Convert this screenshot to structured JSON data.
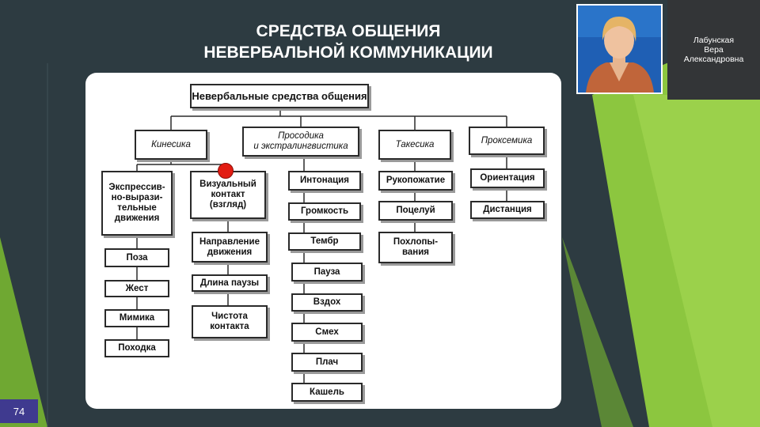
{
  "slide": {
    "title_line1": "СРЕДСТВА ОБЩЕНИЯ",
    "title_line2": "НЕВЕРБАЛЬНОЙ КОММУНИКАЦИИ",
    "author": "Лабунская\nВера\nАлександровна",
    "page_number": "74",
    "colors": {
      "background": "#2d3b41",
      "accent_green": "#8cc63f",
      "marker": "#e21c12",
      "page_badge": "#3f3a8f"
    }
  },
  "diagram": {
    "root": "Невербальные средства общения",
    "categories": {
      "kinesics": "Кинесика",
      "prosody": "Просодика\nи экстралингвистика",
      "takesics": "Такесика",
      "proxemics": "Проксемика"
    },
    "kinesics_expressive": "Экспрессив-\nно-вырази-\nтельные\nдвижения",
    "kinesics_expressive_items": [
      "Поза",
      "Жест",
      "Мимика",
      "Походка"
    ],
    "kinesics_visual": "Визуальный\nконтакт\n(взгляд)",
    "kinesics_visual_items": [
      "Направление\nдвижения",
      "Длина паузы",
      "Чистота\nконтакта"
    ],
    "prosody_items": [
      "Интонация",
      "Громкость",
      "Тембр",
      "Пауза",
      "Вздох",
      "Смех",
      "Плач",
      "Кашель"
    ],
    "takesics_items": [
      "Рукопожатие",
      "Поцелуй",
      "Похлопы-\nвания"
    ],
    "proxemics_items": [
      "Ориентация",
      "Дистанция"
    ]
  }
}
